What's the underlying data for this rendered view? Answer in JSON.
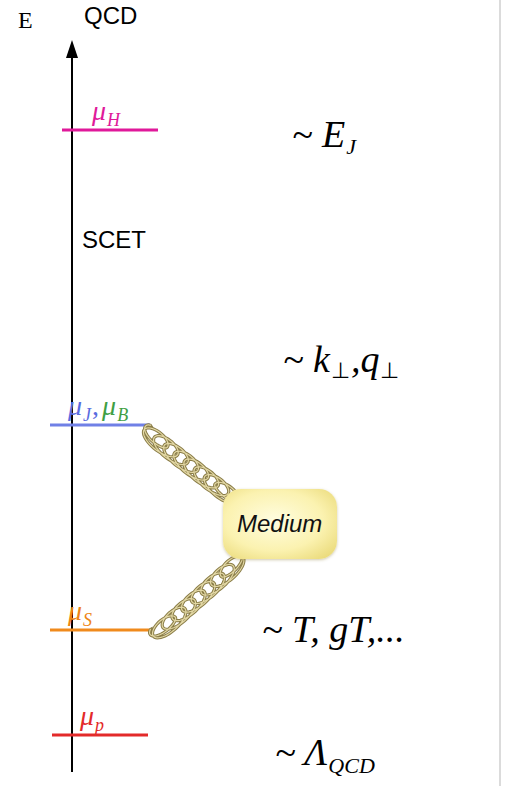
{
  "diagram": {
    "nodes": [
      {
        "text": [
          "Medium"
        ]
      }
    ],
    "labels": [
      "E",
      "QCD",
      "μ",
      "H",
      "~ E",
      "J",
      "SCET",
      "μ",
      "J",
      ",",
      "μ",
      "B",
      "~ k",
      "⊥",
      ",q",
      "⊥",
      "μ",
      "S",
      "~ T, gT,...",
      "μ",
      "p",
      "~ Λ",
      "QCD"
    ]
  }
}
